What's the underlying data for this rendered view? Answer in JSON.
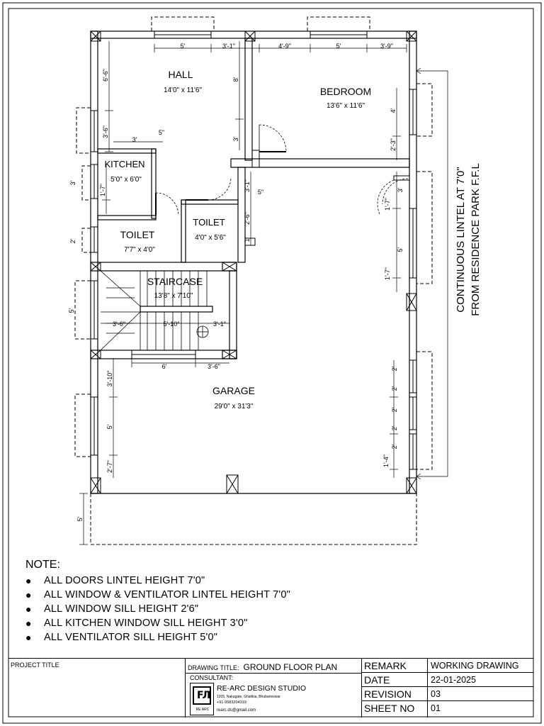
{
  "rooms": {
    "hall": {
      "name": "HALL",
      "size": "14'0\" x 11'6\""
    },
    "bedroom": {
      "name": "BEDROOM",
      "size": "13'6\" x 11'6\""
    },
    "kitchen": {
      "name": "KITCHEN",
      "size": "5'0\" x 6'0\""
    },
    "toilet1": {
      "name": "TOILET",
      "size": "7'7\" x 4'0\""
    },
    "toilet2": {
      "name": "TOILET",
      "size": "4'0\" x 5'6\""
    },
    "staircase": {
      "name": "STAIRCASE",
      "size": "13'8\" x 7'10\""
    },
    "garage": {
      "name": "GARAGE",
      "size": "29'0\" x 31'3\""
    }
  },
  "dims": {
    "top": [
      "5'",
      "3'-1\"",
      "4'-9\"",
      "5'",
      "3'-9\""
    ],
    "hall_left": [
      "6'-6\"",
      "3'-6\""
    ],
    "hall_inner": [
      "8'",
      "3'"
    ],
    "kitchen": [
      "3'",
      "5\"",
      "3'",
      "1'-7\"",
      "3'-1\"",
      "5\""
    ],
    "toilet": [
      "2'",
      "2'-6\"",
      "1'"
    ],
    "bedroom_right": [
      "4'",
      "2'-3\"",
      "3'",
      "1'-7\"",
      "5'",
      "1'-7\""
    ],
    "stair": [
      "5'",
      "3'-6\"",
      "5'-10\"",
      "3'-1\"",
      "6'",
      "3'-6\""
    ],
    "garage_left": [
      "3'-10\"",
      "5'",
      "2'-7\""
    ],
    "garage_right": [
      "2'",
      "2'",
      "2'",
      "2'",
      "2'",
      "1'-4\""
    ],
    "front": "5'"
  },
  "lintel_note": [
    "CONTINUOUS LINTEL AT 7'0\"",
    "FROM RESIDENCE PARK F.F.L"
  ],
  "notes": {
    "title": "NOTE:",
    "items": [
      "ALL DOORS LINTEL HEIGHT 7'0\"",
      "ALL WINDOW & VENTILATOR LINTEL HEIGHT 7'0\"",
      "ALL WINDOW SILL HEIGHT 2'6\"",
      "ALL KITCHEN WINDOW SILL HEIGHT 3'0\"",
      "ALL VENTILATOR  SILL HEIGHT 5'0\""
    ]
  },
  "title_block": {
    "project_label": "PROJECT TITLE",
    "drawing_label": "DRAWING TITLE:",
    "drawing_title": "GROUND FLOOR PLAN",
    "consultant_label": "CONSULTANT:",
    "logo_text": "RE ARC",
    "studio": "RE-ARC DESIGN STUDIO",
    "address": "1205, Nakagate, Ghatikia, Bhubaneswar",
    "phone": "+91-9583204319",
    "email": "rearc.ds@gmail.com",
    "rows": [
      {
        "key": "REMARK",
        "value": "WORKING DRAWING"
      },
      {
        "key": "DATE",
        "value": "22-01-2025"
      },
      {
        "key": "REVISION",
        "value": "03"
      },
      {
        "key": "SHEET NO",
        "value": "01"
      }
    ]
  }
}
